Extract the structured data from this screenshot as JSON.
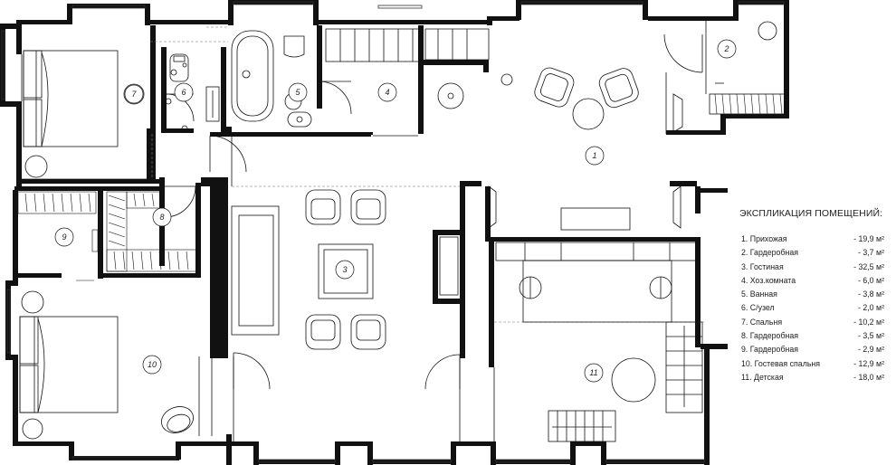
{
  "legend": {
    "title": "ЭКСПЛИКАЦИЯ ПОМЕЩЕНИЙ:",
    "rooms": [
      {
        "id": "1",
        "label": "1.  Прихожая",
        "area": "- 19,9 м²"
      },
      {
        "id": "2",
        "label": "2.  Гардеробная",
        "area": "- 3,7 м²"
      },
      {
        "id": "3",
        "label": "3.  Гостиная",
        "area": "- 32,5 м²"
      },
      {
        "id": "4",
        "label": "4.  Хоз.комната",
        "area": "- 6,0 м²"
      },
      {
        "id": "5",
        "label": "5.  Ванная",
        "area": "- 3,8 м²"
      },
      {
        "id": "6",
        "label": "6.  С/узел",
        "area": "- 2,0 м²"
      },
      {
        "id": "7",
        "label": "7.  Спальня",
        "area": "- 10,2 м²"
      },
      {
        "id": "8",
        "label": "8.  Гардеробная",
        "area": "- 3,5 м²"
      },
      {
        "id": "9",
        "label": "9.  Гардеробная",
        "area": "- 2,9 м²"
      },
      {
        "id": "10",
        "label": "10. Гостевая спальня",
        "area": "- 12,9 м²"
      },
      {
        "id": "11",
        "label": "11. Детская",
        "area": "- 18,0 м²"
      }
    ]
  }
}
